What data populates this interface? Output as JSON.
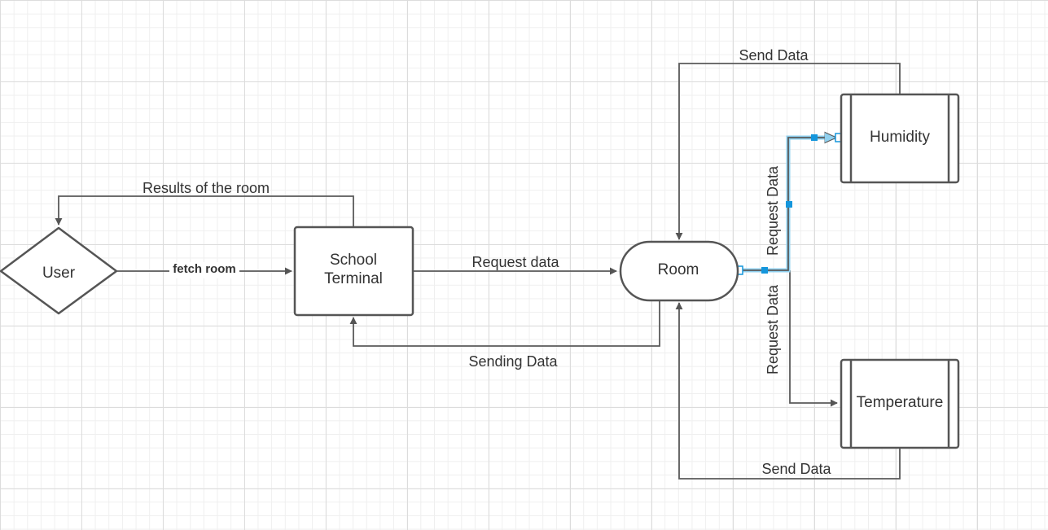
{
  "nodes": {
    "user": "User",
    "school_terminal_line1": "School",
    "school_terminal_line2": "Terminal",
    "room": "Room",
    "humidity": "Humidity",
    "temperature": "Temperature"
  },
  "edges": {
    "fetch_room": "fetch room",
    "results_of_the_room": "Results of the room",
    "request_data_terminal_room": "Request data",
    "sending_data": "Sending Data",
    "request_data_humidity": "Request Data",
    "request_data_temperature": "Request Data",
    "send_data_humidity": "Send Data",
    "send_data_temperature": "Send Data"
  },
  "colors": {
    "stroke": "#555555",
    "text": "#333333",
    "selection": "#1496dc",
    "grid": "#dcdcdc"
  }
}
